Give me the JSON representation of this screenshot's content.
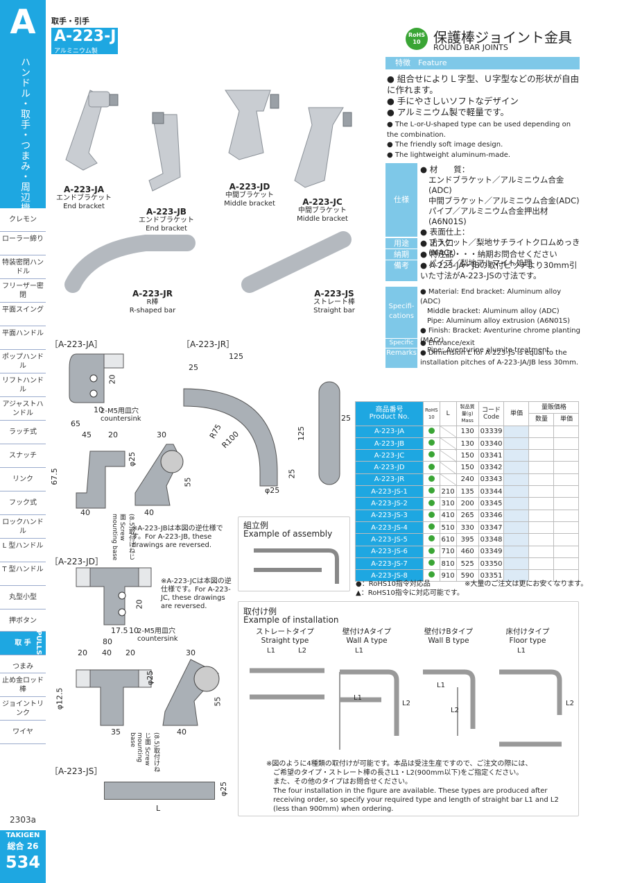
{
  "sidebar": {
    "letter": "A",
    "category": "ハンドル・取手・つまみ・周辺機器",
    "items": [
      {
        "label": "クレモン"
      },
      {
        "label": "ローラー締り"
      },
      {
        "label": "特装密閉ハンドル"
      },
      {
        "label": "フリーザー密閉"
      },
      {
        "label": "平面スイング"
      },
      {
        "label": "平面ハンドル"
      },
      {
        "label": "ポップハンドル"
      },
      {
        "label": "リフトハンドル"
      },
      {
        "label": "アジャストハンドル"
      },
      {
        "label": "ラッチ式"
      },
      {
        "label": "スナッチ"
      },
      {
        "label": "リンク"
      },
      {
        "label": "フック式"
      },
      {
        "label": "ロックハンドル"
      },
      {
        "label": "L 型ハンドル"
      },
      {
        "label": "T 型ハンドル"
      },
      {
        "label": "丸型小型"
      },
      {
        "label": "押ボタン"
      },
      {
        "label": "取 手"
      },
      {
        "label": "つまみ"
      },
      {
        "label": "止め金ロッド棒"
      },
      {
        "label": "ジョイントリンク"
      },
      {
        "label": "ワイヤ"
      }
    ],
    "pulls_label": "PULLS",
    "code": "2303a",
    "brand": "TAKIGEN",
    "catalog": "総合 26",
    "page": "534"
  },
  "header": {
    "category": "取手・引手",
    "model": "A-223-J",
    "material": "アルミニウム製",
    "rohs": "RoHS 10",
    "title_jp": "保護棒ジョイント金具",
    "title_en": "ROUND BAR JOINTS"
  },
  "feature": {
    "head": "特徴　Feature",
    "jp": [
      "● 組合せによりＬ字型、Ｕ字型などの形状が自由に作れます。",
      "● 手にやさしいソフトなデザイン",
      "● アルミニウム製で軽量です。"
    ],
    "en": [
      "● The L-or-U-shaped type can be used depending on the combination.",
      "● The friendly soft image design.",
      "● The lightweight aluminum-made."
    ]
  },
  "spec": {
    "spec_label": "仕様",
    "spec_lines": [
      "● 材　　質：",
      "エンドブラケット／アルミニウム合金(ADC)",
      "中間ブラケット／アルミニウム合金(ADC)",
      "パイプ／アルミニウム合金押出材(A6N01S)",
      "● 表面仕上：",
      "ブラケット／梨地サチライトクロムめっき(MACr)",
      "パイプ／梨地アルマイト処理"
    ],
    "use_label": "用途",
    "use": "● 出入口",
    "delivery_label": "納期",
    "delivery": "● 特注品・・・納期お問合せください",
    "remarks_label": "備考",
    "remarks": "● A-223-JA・JBの取付ピッチより30mm引いた寸法がA-223-JSの寸法です。",
    "spec_en_label": "Specifi-cations",
    "spec_en": [
      "● Material: End bracket: Aluminum alloy (ADC)",
      "Middle bracket: Aluminum alloy (ADC)",
      "Pipe: Aluminum alloy extrusion (A6N01S)",
      "● Finish: Bracket: Aventurine chrome planting (MACr)",
      "Pipe: Aventurine alumite treatment"
    ],
    "use_en_label": "Specific use",
    "use_en": "● Entrance/exit",
    "remarks_en_label": "Remarks",
    "remarks_en": "● Dimension L for A-223-JS is equal to the installation pitches of A-223-JA/JB less 30mm."
  },
  "products": [
    {
      "code": "A-223-JA",
      "jp": "エンドブラケット",
      "en": "End bracket"
    },
    {
      "code": "A-223-JB",
      "jp": "エンドブラケット",
      "en": "End bracket"
    },
    {
      "code": "A-223-JD",
      "jp": "中間ブラケット",
      "en": "Middle bracket"
    },
    {
      "code": "A-223-JC",
      "jp": "中間ブラケット",
      "en": "Middle bracket"
    },
    {
      "code": "A-223-JR",
      "jp": "R棒",
      "en": "R-shaped bar"
    },
    {
      "code": "A-223-JS",
      "jp": "ストレート棒",
      "en": "Straight bar"
    }
  ],
  "drawings": {
    "ja_title": "［A-223-JA］",
    "jr_title": "［A-223-JR］",
    "jd_title": "［A-223-JD］",
    "js_title": "［A-223-JS］",
    "countersink_jp": "2-M5用皿穴",
    "countersink_en": "countersink",
    "screw_jp": "取付けねじ面",
    "screw_en": "Screw mounting base",
    "jb_note": "※A-223-JBは本図の逆仕様です。For A-223-JB, these drawings are reversed.",
    "jc_note": "※A-223-JCは本図の逆仕様です。For A-223-JC, these drawings are reversed.",
    "js_L": "L",
    "ja_dims": [
      "20",
      "10",
      "65",
      "45",
      "20",
      "30",
      "φ25",
      "67.5",
      "55",
      "40",
      "40",
      "(8.5)"
    ],
    "jr_dims": [
      "125",
      "25",
      "R75",
      "R100",
      "125",
      "25",
      "φ25",
      "25"
    ],
    "jd_dims": [
      "20",
      "17.5",
      "10",
      "80",
      "20",
      "40",
      "20",
      "30",
      "φ25",
      "φ12.5",
      "55",
      "35",
      "40",
      "(8.5)"
    ],
    "js_dims": [
      "φ25"
    ]
  },
  "table": {
    "headers": {
      "product_no_jp": "商品番号",
      "product_no_en": "Product No.",
      "rohs": "RoHS 10",
      "L": "L",
      "mass": "製品質量(g) Mass",
      "code_jp": "コード",
      "code_en": "Code",
      "price": "単価",
      "bulk": "量販価格",
      "qty": "数量",
      "unit": "単価"
    },
    "rows": [
      {
        "pn": "A-223-JA",
        "L": "",
        "mass": "130",
        "code": "03339"
      },
      {
        "pn": "A-223-JB",
        "L": "",
        "mass": "130",
        "code": "03340"
      },
      {
        "pn": "A-223-JC",
        "L": "",
        "mass": "150",
        "code": "03341"
      },
      {
        "pn": "A-223-JD",
        "L": "",
        "mass": "150",
        "code": "03342"
      },
      {
        "pn": "A-223-JR",
        "L": "",
        "mass": "240",
        "code": "03343"
      },
      {
        "pn": "A-223-JS-1",
        "L": "210",
        "mass": "135",
        "code": "03344"
      },
      {
        "pn": "A-223-JS-2",
        "L": "310",
        "mass": "200",
        "code": "03345"
      },
      {
        "pn": "A-223-JS-3",
        "L": "410",
        "mass": "265",
        "code": "03346"
      },
      {
        "pn": "A-223-JS-4",
        "L": "510",
        "mass": "330",
        "code": "03347"
      },
      {
        "pn": "A-223-JS-5",
        "L": "610",
        "mass": "395",
        "code": "03348"
      },
      {
        "pn": "A-223-JS-6",
        "L": "710",
        "mass": "460",
        "code": "03349"
      },
      {
        "pn": "A-223-JS-7",
        "L": "810",
        "mass": "525",
        "code": "03350"
      },
      {
        "pn": "A-223-JS-8",
        "L": "910",
        "mass": "590",
        "code": "03351"
      }
    ],
    "legend1": "●：RoHS10指令対応品",
    "legend2": "▲：RoHS10指令に対応可能です。",
    "legend3": "※大量のご注文は更にお安くなります。"
  },
  "assembly": {
    "jp": "組立例",
    "en": "Example of assembly"
  },
  "installation": {
    "jp": "取付け例",
    "en": "Example of installation",
    "types": [
      {
        "jp": "ストレートタイプ",
        "en": "Straight type"
      },
      {
        "jp": "壁付けAタイプ",
        "en": "Wall A type"
      },
      {
        "jp": "壁付けBタイプ",
        "en": "Wall B type"
      },
      {
        "jp": "床付けタイプ",
        "en": "Floor type"
      }
    ],
    "labels": [
      "L1",
      "L2",
      "L1",
      "L1",
      "L2",
      "L1",
      "L2",
      "L1",
      "L2"
    ],
    "note": [
      "※図のように4種類の取付けが可能です。本品は受注生産ですので、ご注文の際には、",
      "ご希望のタイプ・ストレート棒の長さL1・L2(900mm以下)をご指定ください。",
      "また、その他のタイプはお問合せください。",
      "The four installation in the figure are available. These types are produced after",
      "receiving order, so specify your required type and length of straight bar L1 and L2",
      "(less than 900mm) when ordering."
    ]
  }
}
